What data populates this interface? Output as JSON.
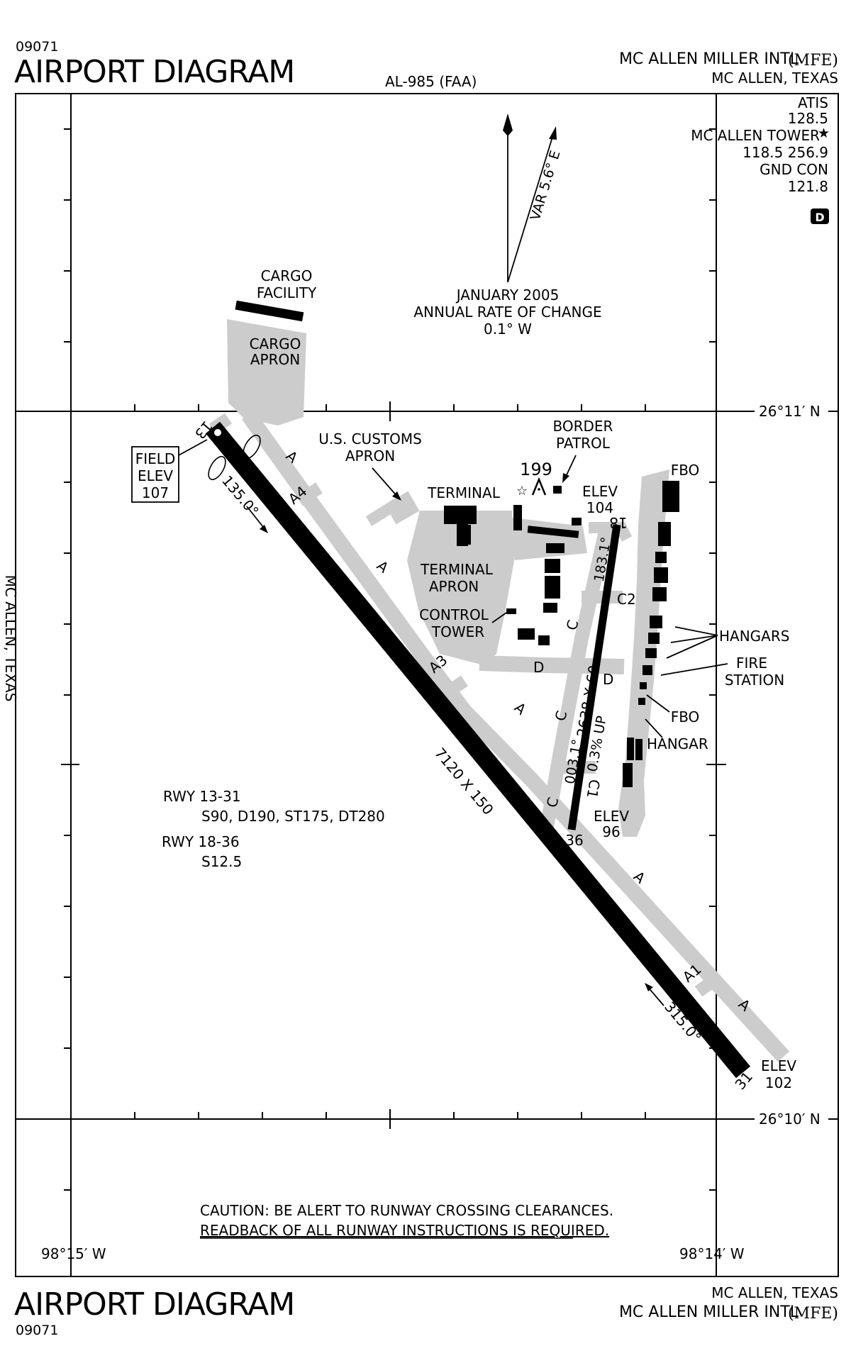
{
  "header": {
    "code": "09071",
    "title": "AIRPORT DIAGRAM",
    "doc_id": "AL-985 (FAA)",
    "airport": "MC ALLEN MILLER INTL",
    "ident": "(MFE)",
    "city": "MC ALLEN, TEXAS"
  },
  "footer": {
    "title": "AIRPORT DIAGRAM",
    "code": "09071",
    "city": "MC ALLEN, TEXAS",
    "airport": "MC ALLEN MILLER INTL",
    "ident": "(MFE)"
  },
  "comms": {
    "atis_label": "ATIS",
    "atis_freq": "128.5",
    "tower_label": "MC ALLEN TOWER",
    "tower_star": "★",
    "tower_freq": "118.5 256.9",
    "gnd_label": "GND CON",
    "gnd_freq": "121.8",
    "airspace_badge": "D"
  },
  "magnetic": {
    "var_label": "VAR 5.6° E",
    "line1": "JANUARY 2005",
    "line2": "ANNUAL RATE OF CHANGE",
    "line3": "0.1° W"
  },
  "coords": {
    "lat_top": "26°11′ N",
    "lat_bottom": "26°10′ N",
    "lon_left": "98°15′ W",
    "lon_right": "98°14′ W"
  },
  "side_label": "MC ALLEN, TEXAS",
  "field_elev": {
    "line1": "FIELD",
    "line2": "ELEV",
    "value": "107"
  },
  "runways": {
    "rwy13_31": {
      "end_a": "13",
      "end_b": "31",
      "dims": "7120 X 150",
      "heading_a": "135.0°",
      "heading_b": "315.0°",
      "elev_b_label": "ELEV",
      "elev_b": "102"
    },
    "rwy18_36": {
      "end_a": "18",
      "end_b": "36",
      "dims": "2638 X 60",
      "heading_a": "183.1°",
      "heading_b": "003.1°",
      "gradient": "0.3% UP",
      "elev_a_label": "ELEV",
      "elev_a": "104",
      "elev_b_label": "ELEV",
      "elev_b": "96"
    }
  },
  "taxiways": {
    "A": "A",
    "A1": "A1",
    "A3": "A3",
    "A4": "A4",
    "C": "C",
    "C1": "C1",
    "C2": "C2",
    "D": "D"
  },
  "facilities": {
    "cargo_facility_1": "CARGO",
    "cargo_facility_2": "FACILITY",
    "cargo_apron_1": "CARGO",
    "cargo_apron_2": "APRON",
    "customs_1": "U.S. CUSTOMS",
    "customs_2": "APRON",
    "terminal": "TERMINAL",
    "terminal_apron_1": "TERMINAL",
    "terminal_apron_2": "APRON",
    "control_tower_1": "CONTROL",
    "control_tower_2": "TOWER",
    "border_patrol_1": "BORDER",
    "border_patrol_2": "PATROL",
    "obstacle_height": "199",
    "fbo_top": "FBO",
    "hangars": "HANGARS",
    "fire_station_1": "FIRE",
    "fire_station_2": "STATION",
    "fbo_bottom": "FBO",
    "hangar": "HANGAR"
  },
  "runway_data": {
    "r1_name": "RWY  13-31",
    "r1_strength": "S90, D190, ST175, DT280",
    "r2_name": "RWY 18-36",
    "r2_strength": "S12.5"
  },
  "caution": {
    "line1": "CAUTION:  BE ALERT TO RUNWAY CROSSING CLEARANCES.",
    "line2": "READBACK OF ALL RUNWAY INSTRUCTIONS IS REQUIRED."
  }
}
